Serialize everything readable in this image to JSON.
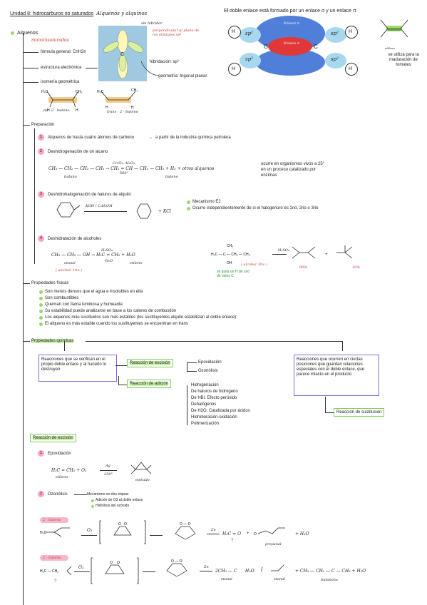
{
  "header": {
    "title": "Unidad 8: hidrocarburos no saturados",
    "title_hw": "Alquenos y alquinos",
    "orbital_title": "El doble enlace está formado por un enlace σ y un enlace π"
  },
  "alquenos": {
    "label": "Alquenos",
    "sub_hw": "monoinsaturados",
    "formula_label": "fórmula general: CnH2n",
    "estructura_label": "estructura electrónica",
    "isomeria_label": "isomería geométrica",
    "cis_label": "cis - 2 - buteno",
    "trans_label": "trans - 2 - buteno",
    "hibridacion_label": "hibridación: sp²",
    "geometria_label": "geometría: trigonal planar",
    "diagram_red_note": "perpendicular al plano de los orbitales sp²",
    "diagram_dark_note": "sin hibridar"
  },
  "orbital_diagram": {
    "pi_label": "Enlace π",
    "sigma_label": "Enlace σ",
    "sp2": "sp²",
    "h": "H",
    "c": "C",
    "side_note": "se utiliza para la maduración de tomates",
    "ethylene_label": "etileno"
  },
  "preparacion": {
    "label": "Preparación",
    "items": [
      {
        "num": "1",
        "text": "Alquenos de hasta cuatro átomos de carbono",
        "result": "a partir de la industria química petrolera"
      },
      {
        "num": "2",
        "text": "Deshidrogenación de un alcano",
        "reaction": "CH₃ — CH₂ — CH₂ — CH₃  →  CH₂ = CH — CH₂ — CH₃ + H₂ + otros alquenos",
        "reactant_name": "butano",
        "product_name": "buteno",
        "catalyst": "Cr₂O₃, Al₂O₃",
        "temp": "500°",
        "note": "ocurre en organismos vivos a 25° en un proceso catalizado por enzimas"
      },
      {
        "num": "3",
        "text": "Deshidrohalogenación de haluros de alquilo",
        "reagent": "KOH / C₂H₅OH",
        "byproduct": "+ KCl",
        "notes": [
          "Mecanismo E2",
          "Ocurre independientemente de si el halogenuro es 1rio, 2rio o 3rio"
        ]
      },
      {
        "num": "4",
        "text": "Deshidratación de alcoholes",
        "reaction_left": "CH₃ — CH₂ — OH  →  H₂C = CH₂ + H₂O",
        "left_reagent": "H₂SO₄",
        "left_sub": "-H₂O",
        "etanol": "etanol",
        "etileno": "etileno",
        "alcohol_type": "( alcohol 1rio )",
        "alcohol_type_2": "( alcohol 3rio )",
        "right_reagent": "H₂SO₄",
        "right_note": "se quita un H de uno de estos C",
        "pct_major": "90%",
        "pct_minor": "10%"
      }
    ]
  },
  "prop_fisicas": {
    "label": "Propiedades físicas",
    "items": [
      "Son menos densos que el agua e insolubles en ella",
      "Son combustibles",
      "Queman con llama luminosa y humeante",
      "Su estabilidad puede analizarse en base a los calores de combustión",
      "Los alquenos más sustituidos son más estables (los sustituyentes alquilo estabilizan al doble enlace)",
      "El alqueno es más estable cuando los sustituyentes se encuentran en trans"
    ]
  },
  "prop_quimicas": {
    "label": "Propiedades químicas",
    "box_left": "Reacciones que se verifican en el propio doble enlace y al hacerlo lo destruyen",
    "escision_label": "Reacción de escisión",
    "escision_items": [
      "Epoxidación",
      "Ozonólisis"
    ],
    "adicion_label": "Reacción de adición",
    "adicion_items": [
      "Hidrogenación",
      "De haluros de hidrógeno",
      "De HBr. Efecto peróxido",
      "Dehalógenos",
      "De H2O. Catalizada por ácidos",
      "Hidroboración-oxidación",
      "Polimerización"
    ],
    "box_right": "Reacciones que ocurren en ciertas posiciones que guardan relaciones especiales con el doble enlace, que parece intacto en el producto",
    "sustitucion_label": "Reacción de sustitución"
  },
  "escision": {
    "title": "Reacción de escisión",
    "epox_num": "1",
    "epox_label": "Epoxidación",
    "epox_reactant": "H₂C = CH₂ + O₂",
    "epox_cat": "Ag",
    "epox_temp": "250°",
    "epox_reactant_name": "etileno",
    "epox_product_name": "epóxido",
    "ozon_num": "2",
    "ozon_label": "Ozonólisis",
    "ozon_arrow": "Mecanismo en dos etapas",
    "ozon_steps": [
      "Adición de O3 al doble enlace",
      "Hidrólisis del ozónido"
    ],
    "ex1_label": "2 - buteno",
    "ex1_o3": "O₃",
    "ex1_zn": "Zn",
    "ex1_prod": "H₃C = O",
    "ex1_h2o": "+ H₂O",
    "ex1_propanal": "propanal",
    "ex2_label": "2 - buteno",
    "ex2_o3": "O₃",
    "ex2_zn": "Zn",
    "ex2_prod": "2CH₃ — C",
    "ex2_h2o": "H₂O",
    "ex2_etanal": "etanal",
    "ex2_butanona": "butanona",
    "ex2_final": "+ CH₃ — CH₂ — C — CH₃ + H₂O",
    "question": "?"
  }
}
